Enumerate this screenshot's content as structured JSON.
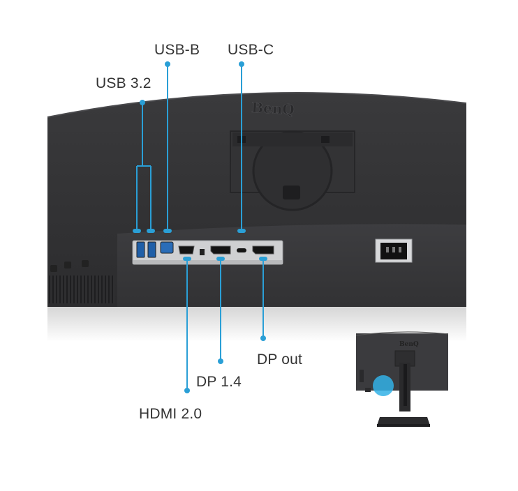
{
  "brand": "BenQ",
  "accent_color": "#2a9fd6",
  "labels": {
    "usb_b": "USB-B",
    "usb_c": "USB-C",
    "usb_32": "USB 3.2",
    "dp_out": "DP out",
    "dp_14": "DP 1.4",
    "hdmi_20": "HDMI 2.0"
  }
}
